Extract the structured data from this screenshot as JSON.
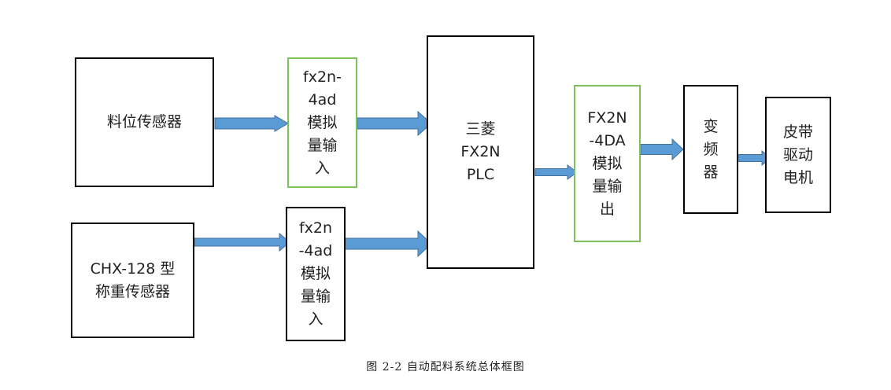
{
  "diagram": {
    "blocks": {
      "level_sensor": [
        "料位传感器"
      ],
      "weigh_sensor": [
        "CHX-128 型",
        "称重传感器"
      ],
      "ad_top": [
        "fx2n-",
        "4ad",
        "模拟",
        "量输",
        "入"
      ],
      "ad_bottom": [
        "fx2n",
        "-4ad",
        "模拟",
        "量输",
        "入"
      ],
      "plc": [
        "三菱",
        "FX2N",
        "PLC"
      ],
      "da": [
        "FX2N",
        "-4DA",
        "模拟",
        "量输",
        "出"
      ],
      "inverter": [
        "变",
        "频",
        "器"
      ],
      "motor": [
        "皮带",
        "驱动",
        "电机"
      ]
    },
    "arrow_color": "#5b9bd5",
    "arrow_border_color": "#41719c",
    "caption": "图 2-2 自动配料系统总体框图"
  }
}
